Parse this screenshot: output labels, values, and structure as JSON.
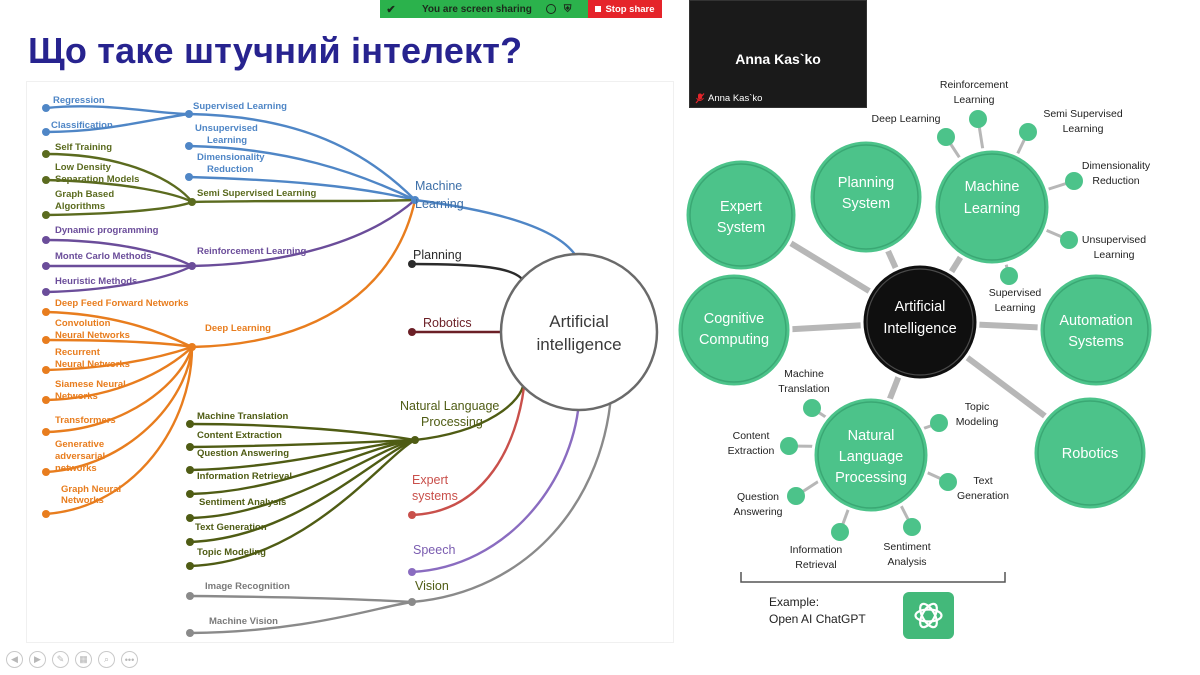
{
  "share_bar": {
    "status_text": "You are screen sharing",
    "stop_label": "Stop share"
  },
  "video": {
    "participant_name": "Anna Kas`ko",
    "participant_label": "Anna Kas`ko"
  },
  "slide": {
    "title": "Що таке штучний інтелект?"
  },
  "left_diagram": {
    "center_label": [
      "Artificial",
      "intelligence"
    ],
    "ml": {
      "label": [
        "Machine",
        "Learning"
      ],
      "supervised": "Supervised Learning",
      "regression": "Regression",
      "classification": "Classification",
      "unsupervised": [
        "Unsupervised",
        "Learning"
      ],
      "dimensionality": [
        "Dimensionality",
        "Reduction"
      ],
      "semi": "Semi Supervised Learning",
      "self_training": "Self Training",
      "low_density": [
        "Low Density",
        "Separation Models"
      ],
      "graph_based": [
        "Graph Based",
        "Algorithms"
      ],
      "reinforcement": "Reinforcement Learning",
      "dynamic": "Dynamic programming",
      "monte_carlo": "Monte Carlo Methods",
      "heuristic": "Heuristic Methods",
      "deep": "Deep Learning",
      "deep_feed": "Deep Feed Forward Networks",
      "convolution": [
        "Convolution",
        "Neural Networks"
      ],
      "recurrent": [
        "Recurrent",
        "Neural Networks"
      ],
      "siamese": [
        "Siamese Neural",
        "Networks"
      ],
      "transformers": "Transformers",
      "gan": [
        "Generative",
        "adversarial",
        "networks"
      ],
      "gnn": [
        "Graph Neural",
        "Networks"
      ]
    },
    "planning": "Planning",
    "robotics": "Robotics",
    "nlp": {
      "label": [
        "Natural Language",
        "Processing"
      ],
      "items": [
        "Machine Translation",
        "Content Extraction",
        "Question Answering",
        "Information Retrieval",
        "Sentiment Analysis",
        "Text Generation",
        "Topic Modeling"
      ]
    },
    "expert": [
      "Expert",
      "systems"
    ],
    "speech": "Speech",
    "vision": {
      "label": "Vision",
      "image_recognition": "Image Recognition",
      "machine_vision": "Machine Vision"
    }
  },
  "right_diagram": {
    "center": [
      "Artificial",
      "Intelligence"
    ],
    "expert": [
      "Expert",
      "System"
    ],
    "planning": [
      "Planning",
      "System"
    ],
    "ml": [
      "Machine",
      "Learning"
    ],
    "cognitive": [
      "Cognitive",
      "Computing"
    ],
    "automation": [
      "Automation",
      "Systems"
    ],
    "robotics": "Robotics",
    "nlp": [
      "Natural",
      "Language",
      "Processing"
    ],
    "ml_sub": {
      "deep": "Deep Learning",
      "reinforcement": [
        "Reinforcement",
        "Learning"
      ],
      "semi": [
        "Semi Supervised",
        "Learning"
      ],
      "dim": [
        "Dimensionality",
        "Reduction"
      ],
      "unsup": [
        "Unsupervised",
        "Learning"
      ],
      "sup": [
        "Supervised",
        "Learning"
      ]
    },
    "nlp_sub": {
      "mt": [
        "Machine",
        "Translation"
      ],
      "topic": [
        "Topic",
        "Modeling"
      ],
      "content": [
        "Content",
        "Extraction"
      ],
      "textgen": [
        "Text",
        "Generation"
      ],
      "qa": [
        "Question",
        "Answering"
      ],
      "sentiment": [
        "Sentiment",
        "Analysis"
      ],
      "ir": [
        "Information",
        "Retrieval"
      ]
    },
    "example": [
      "Example:",
      "Open AI ChatGPT"
    ]
  },
  "colors": {
    "title": "#27238f",
    "ml_blue": "#4f86c6",
    "semi_green": "#5b6b1f",
    "reinf_purple": "#6b4d9a",
    "deep_orange": "#e87d1e",
    "nlp_olive": "#4f5c14",
    "robotics_maroon": "#6b1f26",
    "expert_red": "#c9504b",
    "speech_violet": "#8a6cc0",
    "vision_gray": "#8a8a8a",
    "node_green": "#4cc38a",
    "share_green": "#2bb24c",
    "stop_red": "#e5242a"
  },
  "icons": [
    "shield-icon",
    "stop-icon",
    "mic-muted-icon",
    "chatgpt-logo-icon",
    "prev-slide-icon",
    "next-slide-icon",
    "pen-icon",
    "slides-grid-icon",
    "zoom-icon",
    "more-icon"
  ]
}
